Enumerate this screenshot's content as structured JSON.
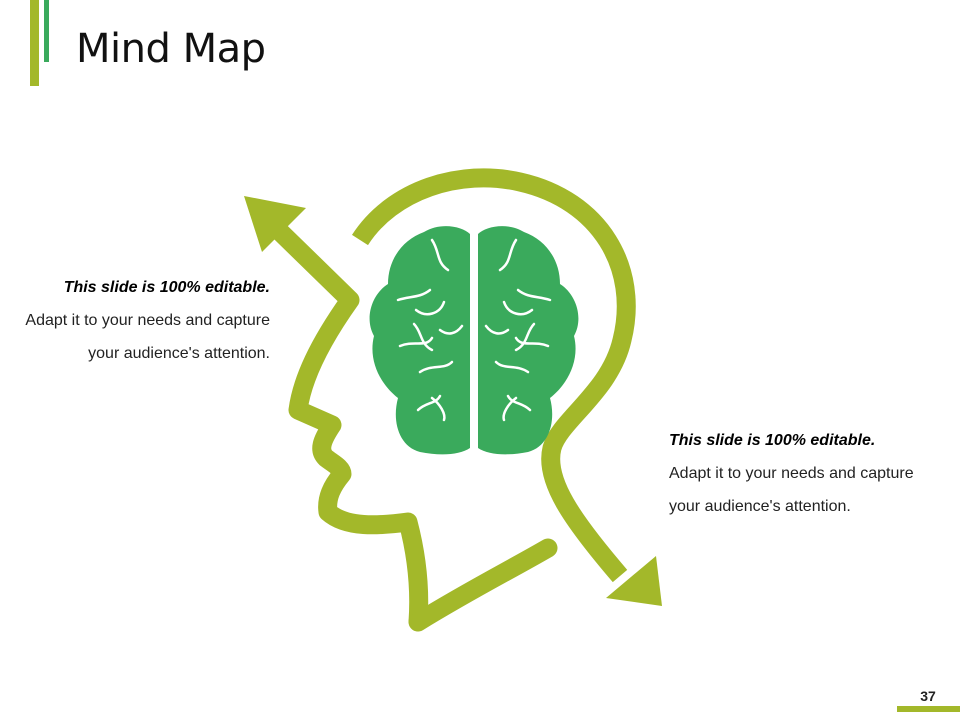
{
  "title": "Mind Map",
  "colors": {
    "accent_olive": "#a3b82a",
    "accent_green": "#3aaa5c",
    "brain_green": "#3aaa5c"
  },
  "icons": [
    "head-outline-arrows-icon",
    "brain-icon"
  ],
  "text_left": {
    "lead": "This slide is 100% editable.",
    "body": "Adapt it to your needs and capture your audience's attention."
  },
  "text_right": {
    "lead": "This slide is 100% editable.",
    "body": "Adapt it to your needs and capture your audience's attention."
  },
  "page_number": "37"
}
